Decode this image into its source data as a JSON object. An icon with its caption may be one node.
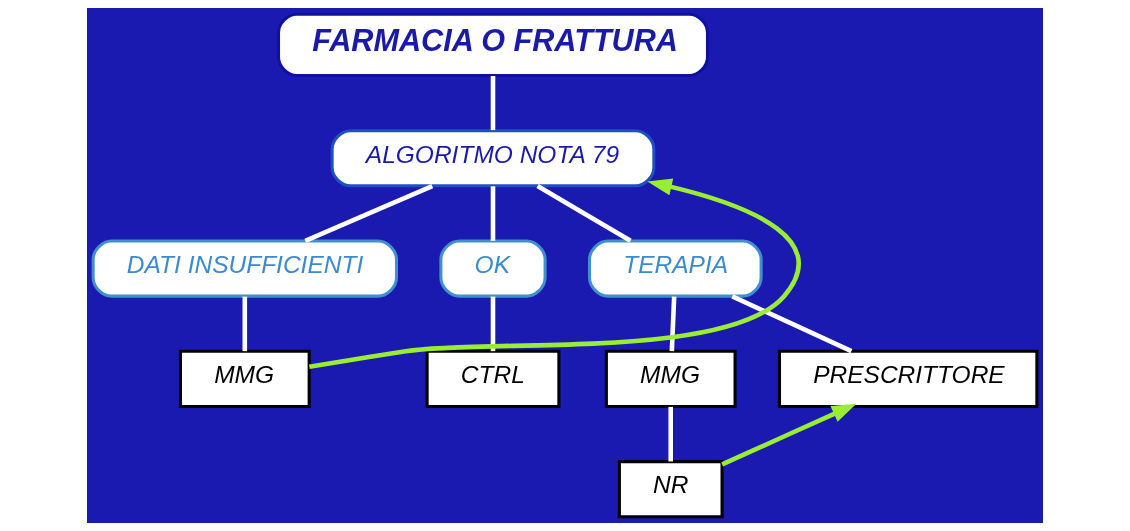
{
  "diagram": {
    "nodes": [
      {
        "text": [
          "FARMACIA O FRATTURA"
        ]
      },
      {
        "text": [
          "ALGORITMO NOTA 79"
        ]
      },
      {
        "text": [
          "DATI INSUFFICIENTI"
        ]
      },
      {
        "text": [
          "OK"
        ]
      },
      {
        "text": [
          "TERAPIA"
        ]
      },
      {
        "text": [
          "MMG"
        ]
      },
      {
        "text": [
          "CTRL"
        ]
      },
      {
        "text": [
          "MMG"
        ]
      },
      {
        "text": [
          "PRESCRITTORE"
        ]
      },
      {
        "text": [
          "NR"
        ]
      }
    ],
    "edges": [
      {
        "from": 0,
        "to": 1,
        "arrow": "none"
      },
      {
        "from": 1,
        "to": 2,
        "arrow": "none"
      },
      {
        "from": 1,
        "to": 3,
        "arrow": "none"
      },
      {
        "from": 1,
        "to": 4,
        "arrow": "none"
      },
      {
        "from": 2,
        "to": 5,
        "arrow": "none"
      },
      {
        "from": 3,
        "to": 6,
        "arrow": "none"
      },
      {
        "from": 4,
        "to": 7,
        "arrow": "none"
      },
      {
        "from": 4,
        "to": 8,
        "arrow": "none"
      },
      {
        "from": 7,
        "to": 9,
        "arrow": "none"
      },
      {
        "from": 5,
        "to": 1,
        "arrow": "to",
        "color": "#99ee33"
      },
      {
        "from": 9,
        "to": 8,
        "arrow": "to",
        "color": "#99ee33"
      }
    ]
  }
}
